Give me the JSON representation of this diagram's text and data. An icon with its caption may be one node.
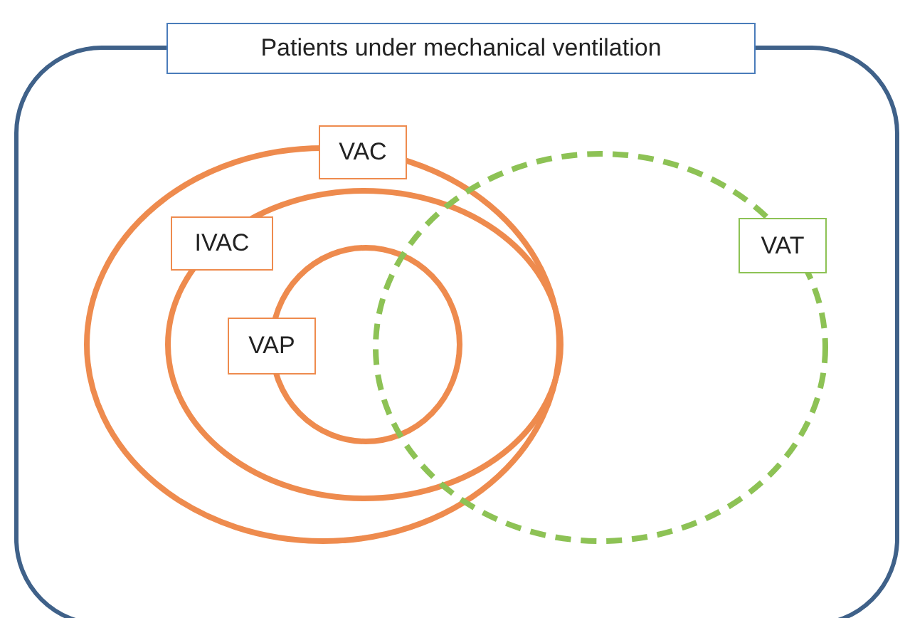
{
  "diagram": {
    "nodes": [
      {
        "text": [
          "Patients under mechanical ventilation"
        ]
      },
      {
        "text": [
          "VAC"
        ],
        "in": 0
      },
      {
        "text": [
          "IVAC"
        ],
        "in": 1
      },
      {
        "text": [
          "VAP"
        ],
        "in": 2
      },
      {
        "text": [
          "VAT"
        ],
        "in": 0
      }
    ],
    "edges": []
  }
}
